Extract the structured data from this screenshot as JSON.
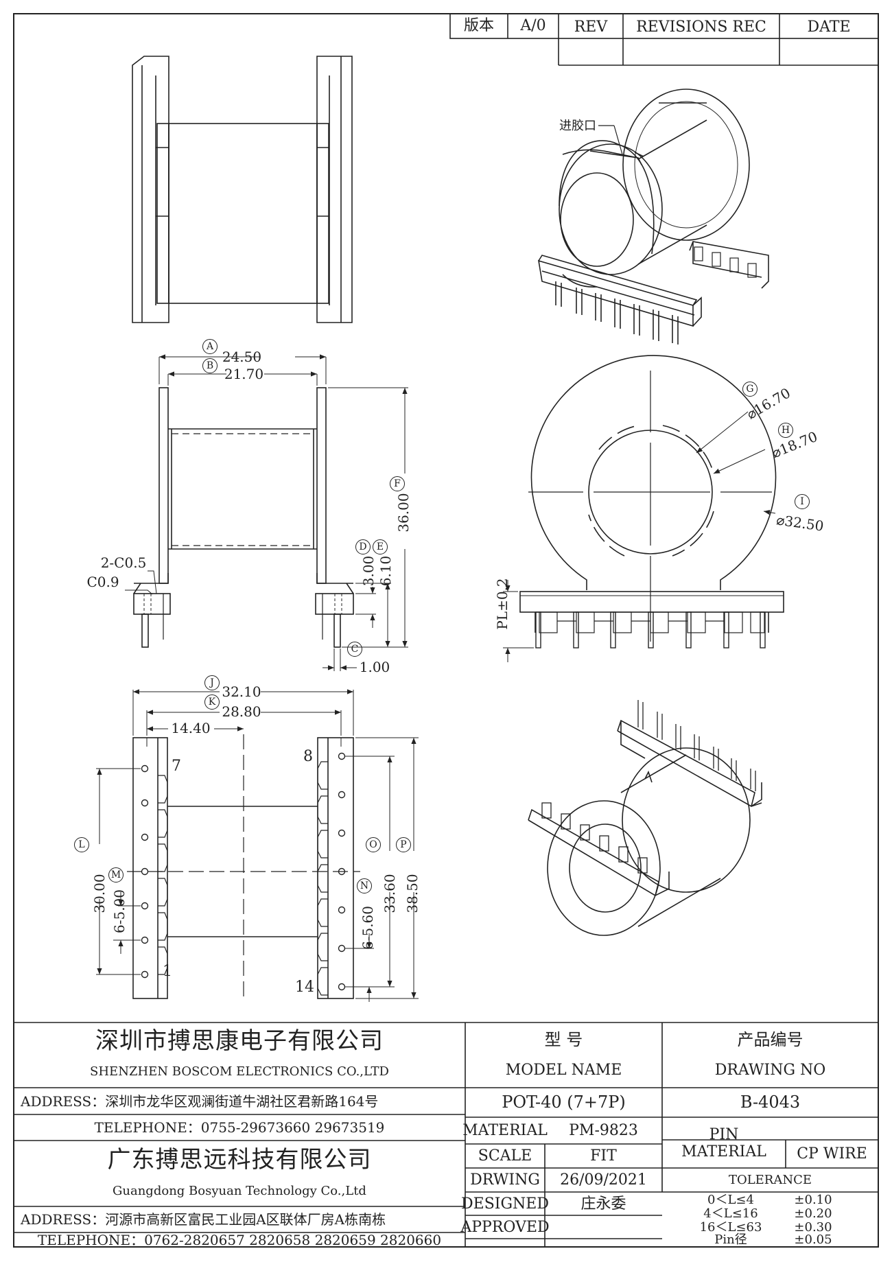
{
  "revision_block": {
    "version_label": "版本",
    "version_value": "A/0",
    "rev_label": "REV",
    "revisions_label": "REVISIONS REC",
    "date_label": "DATE"
  },
  "views": {
    "gate_label": "进胶口",
    "dims": {
      "A": {
        "id": "A",
        "value": "24.50"
      },
      "B": {
        "id": "B",
        "value": "21.70"
      },
      "C": {
        "id": "C",
        "value": "1.00"
      },
      "D": {
        "id": "D",
        "value": "3.00"
      },
      "E": {
        "id": "E",
        "value": "6.10"
      },
      "F": {
        "id": "F",
        "value": "36.00"
      },
      "G": {
        "id": "G",
        "value": "⌀16.70"
      },
      "H": {
        "id": "H",
        "value": "⌀18.70"
      },
      "I": {
        "id": "I",
        "value": "⌀32.50"
      },
      "J": {
        "id": "J",
        "value": "32.10"
      },
      "K": {
        "id": "K",
        "value": "28.80"
      },
      "L": {
        "id": "L",
        "value": "30.00"
      },
      "M": {
        "id": "M",
        "value": "6-5.00"
      },
      "N": {
        "id": "N",
        "value": "6-5.60"
      },
      "O": {
        "id": "O",
        "value": "33.60"
      },
      "P": {
        "id": "P",
        "value": "38.50"
      },
      "half_width": "14.40",
      "chamfer_1": "2-C0.5",
      "chamfer_2": "C0.9",
      "pl": "PL±0.2"
    },
    "pins": {
      "p1": "1",
      "p7": "7",
      "p8": "8",
      "p14": "14"
    }
  },
  "title_block": {
    "company_cn": "深圳市搏思康电子有限公司",
    "company_en": "SHENZHEN BOSCOM ELECTRONICS CO.,LTD",
    "address_1": "ADDRESS：深圳市龙华区观澜街道牛湖社区君新路164号",
    "telephone_1": "TELEPHONE：0755-29673660 29673519",
    "company2_cn": "广东搏思远科技有限公司",
    "company2_en": "Guangdong Bosyuan Technology Co.,Ltd",
    "address_2": "ADDRESS：河源市高新区富民工业园A区联体厂房A栋南栋",
    "telephone_2": "TELEPHONE：0762-2820657 2820658 2820659 2820660",
    "model_cn": "型      号",
    "model_en": "MODEL NAME",
    "drawing_no_cn": "产品编号",
    "drawing_no_en": "DRAWING NO",
    "model_value": "POT-40 (7+7P)",
    "drawing_no_value": "B-4043",
    "material_label": "MATERIAL",
    "material_value": "PM-9823",
    "pin_material_label_1": "PIN",
    "pin_material_label_2": "MATERIAL",
    "pin_material_value": "CP WIRE",
    "scale_label": "SCALE",
    "scale_value": "FIT",
    "drawing_label": "DRWING",
    "drawing_value": "26/09/2021",
    "designed_label": "DESIGNED",
    "designed_value": "庄永委",
    "approved_label": "APPROVED",
    "approved_value": "",
    "tolerance_label": "TOLERANCE",
    "tolerances": [
      {
        "range": "0＜L≤4",
        "value": "±0.10"
      },
      {
        "range": "4＜L≤16",
        "value": "±0.20"
      },
      {
        "range": "16＜L≤63",
        "value": "±0.30"
      },
      {
        "range": "Pin径",
        "value": "±0.05"
      }
    ]
  }
}
